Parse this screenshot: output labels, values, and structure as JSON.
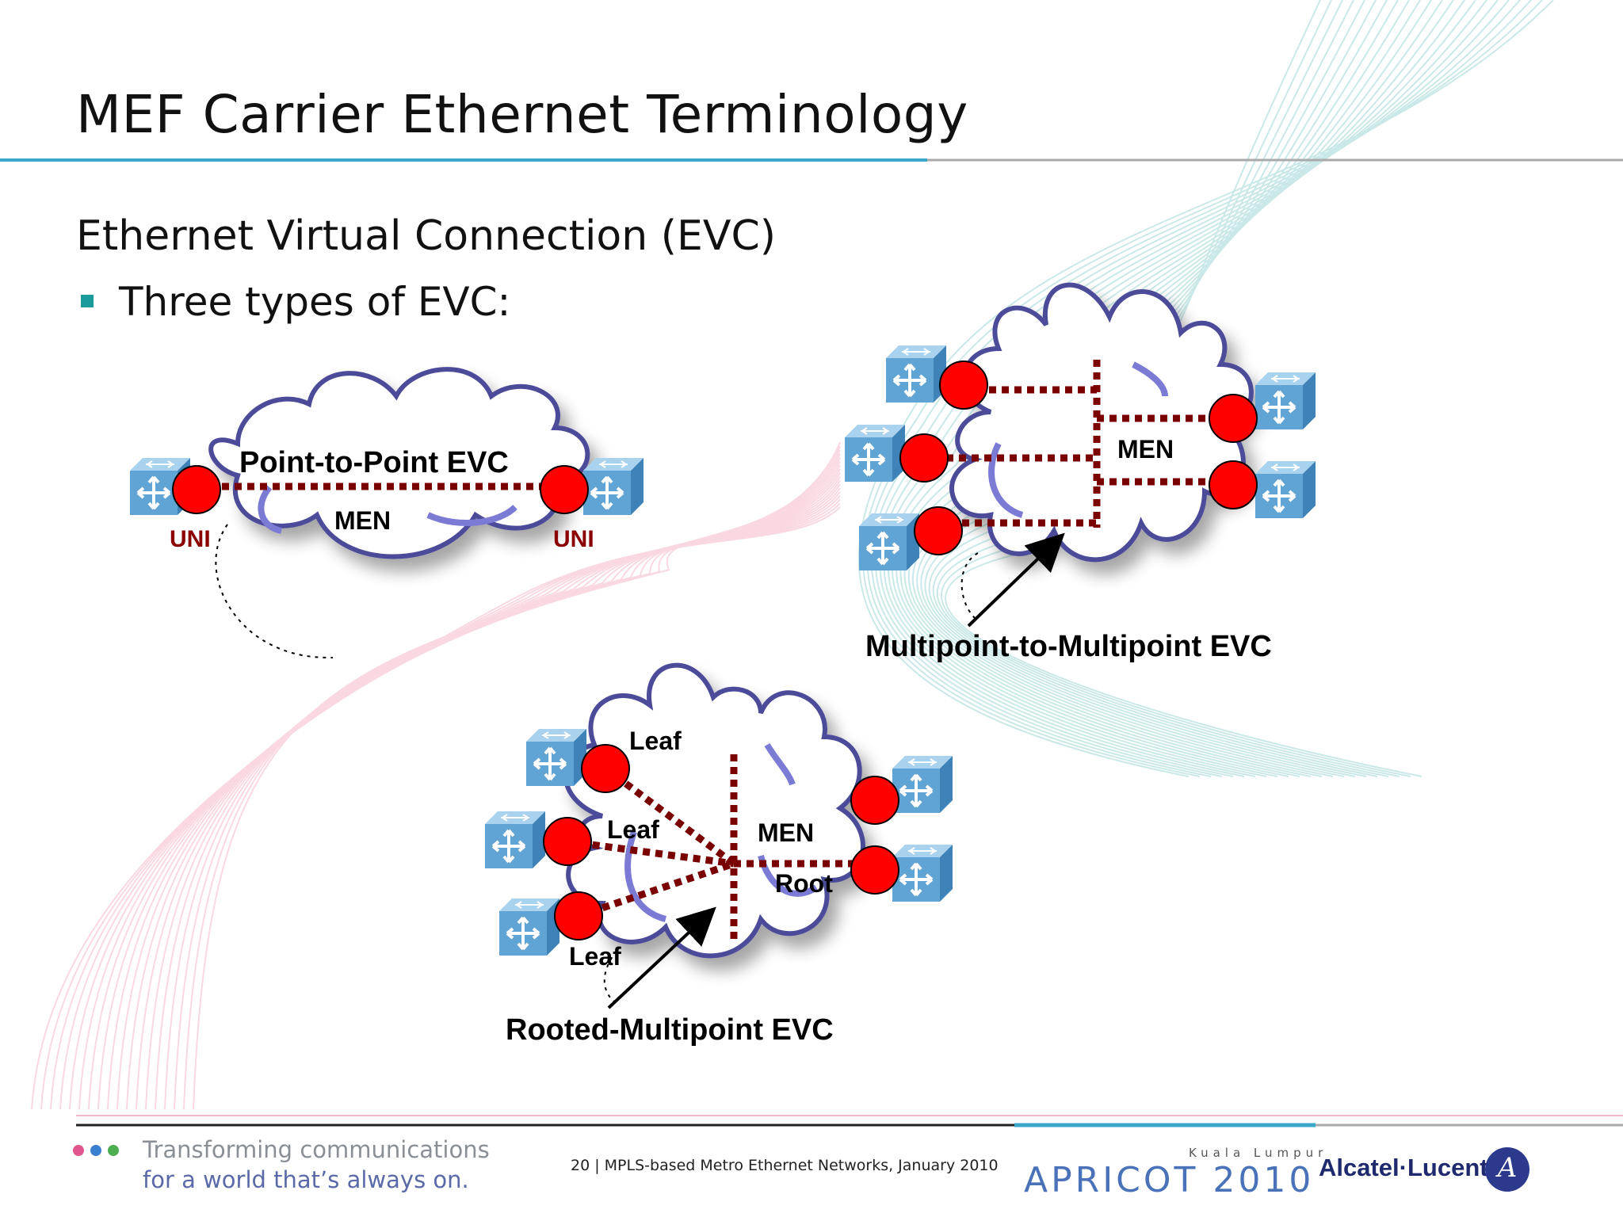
{
  "slide": {
    "title": "MEF Carrier Ethernet Terminology",
    "subtitle": "Ethernet Virtual Connection (EVC)",
    "bullet": "Three types of EVC:"
  },
  "diagram": {
    "p2p": {
      "title": "Point-to-Point EVC",
      "network": "MEN",
      "uni_left": "UNI",
      "uni_right": "UNI"
    },
    "mp2mp": {
      "network": "MEN",
      "caption": "Multipoint-to-Multipoint EVC"
    },
    "rmp": {
      "network": "MEN",
      "leaf_1": "Leaf",
      "leaf_2": "Leaf",
      "leaf_3": "Leaf",
      "root": "Root",
      "caption": "Rooted-Multipoint EVC"
    },
    "colors": {
      "uni_dot": "#ff0000",
      "evc_line": "#7a0000",
      "switch": "#5fa4d4",
      "cloud_outline": "#4b4b9a",
      "uni_label": "#8b0000"
    }
  },
  "footer": {
    "tagline_line1": "Transforming communications",
    "tagline_line2": "for a world that’s always on.",
    "page_info": "20 | MPLS-based Metro Ethernet Networks, January 2010",
    "event_name": "APRICOT 2010",
    "event_city": "Kuala Lumpur",
    "company": "Alcatel·Lucent"
  }
}
